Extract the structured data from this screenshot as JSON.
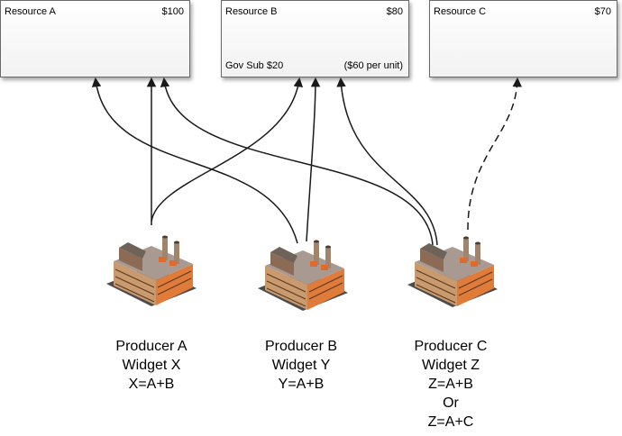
{
  "resources": [
    {
      "name": "Resource A",
      "price": "$100"
    },
    {
      "name": "Resource B",
      "price": "$80",
      "subsidy": "Gov Sub $20",
      "per_unit": "($60 per unit)"
    },
    {
      "name": "Resource C",
      "price": "$70"
    }
  ],
  "producers": [
    {
      "name": "Producer A",
      "widget": "Widget X",
      "formula": "X=A+B"
    },
    {
      "name": "Producer B",
      "widget": "Widget Y",
      "formula": "Y=A+B"
    },
    {
      "name": "Producer C",
      "widget": "Widget Z",
      "formula": "Z=A+B",
      "or": "Or",
      "alt_formula": "Z=A+C"
    }
  ],
  "colors": {
    "line": "#1a1a1a",
    "box_border": "#6a6a6a",
    "factory_brick": "#e07b39",
    "factory_roof": "#6e6259"
  }
}
